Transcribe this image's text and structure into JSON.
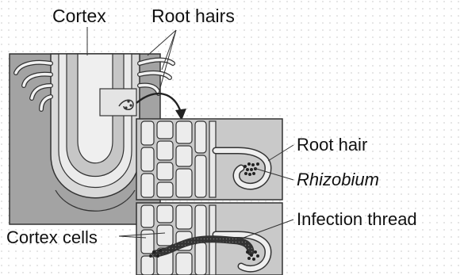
{
  "labels": {
    "cortex": "Cortex",
    "root_hairs": "Root hairs",
    "root_hair": "Root hair",
    "rhizobium": "Rhizobium",
    "infection_thread": "Infection thread",
    "cortex_cells": "Cortex cells"
  },
  "colors": {
    "tissue_gray": "#a3a3a3",
    "panel_gray": "#c9c9c9",
    "light_fill": "#e6e6e6",
    "outline": "#333333",
    "dot_grid": "#d4d4d4",
    "text": "#111111"
  }
}
